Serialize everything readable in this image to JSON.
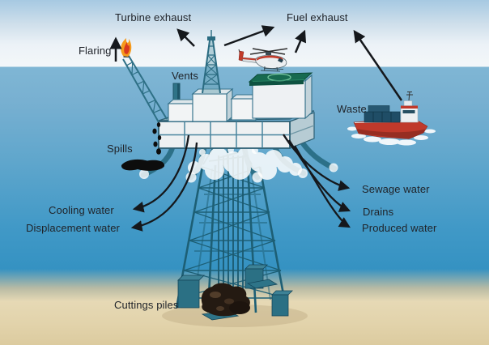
{
  "scene": {
    "description": "Offshore oil platform emissions and discharges diagram",
    "labels": {
      "turbine_exhaust": "Turbine exhaust",
      "fuel_exhaust": "Fuel exhaust",
      "flaring": "Flaring",
      "vents": "Vents",
      "waste": "Waste",
      "spills": "Spills",
      "cooling_water": "Cooling water",
      "displacement_water": "Displacement water",
      "sewage_water": "Sewage water",
      "drains": "Drains",
      "produced_water": "Produced water",
      "cuttings_piles": "Cuttings piles"
    },
    "colors": {
      "sky_top": "#a6c9e2",
      "sky_horizon": "#f3f7f9",
      "sea_surface": "#7fb6d4",
      "sea_deep": "#3592c2",
      "seabed_sand": "#e6d9b5",
      "structure_teal": "#2c7088",
      "deck_white": "#eef1f2",
      "helipad_green": "#176a50",
      "ship_hull_red": "#c0392b",
      "helicopter_red": "#c23b2a",
      "flame_orange": "#f59a1c",
      "flame_red": "#d8391f",
      "oil_black": "#0d0d0d",
      "arrow_black": "#15181c",
      "label_text": "#20242a"
    }
  }
}
